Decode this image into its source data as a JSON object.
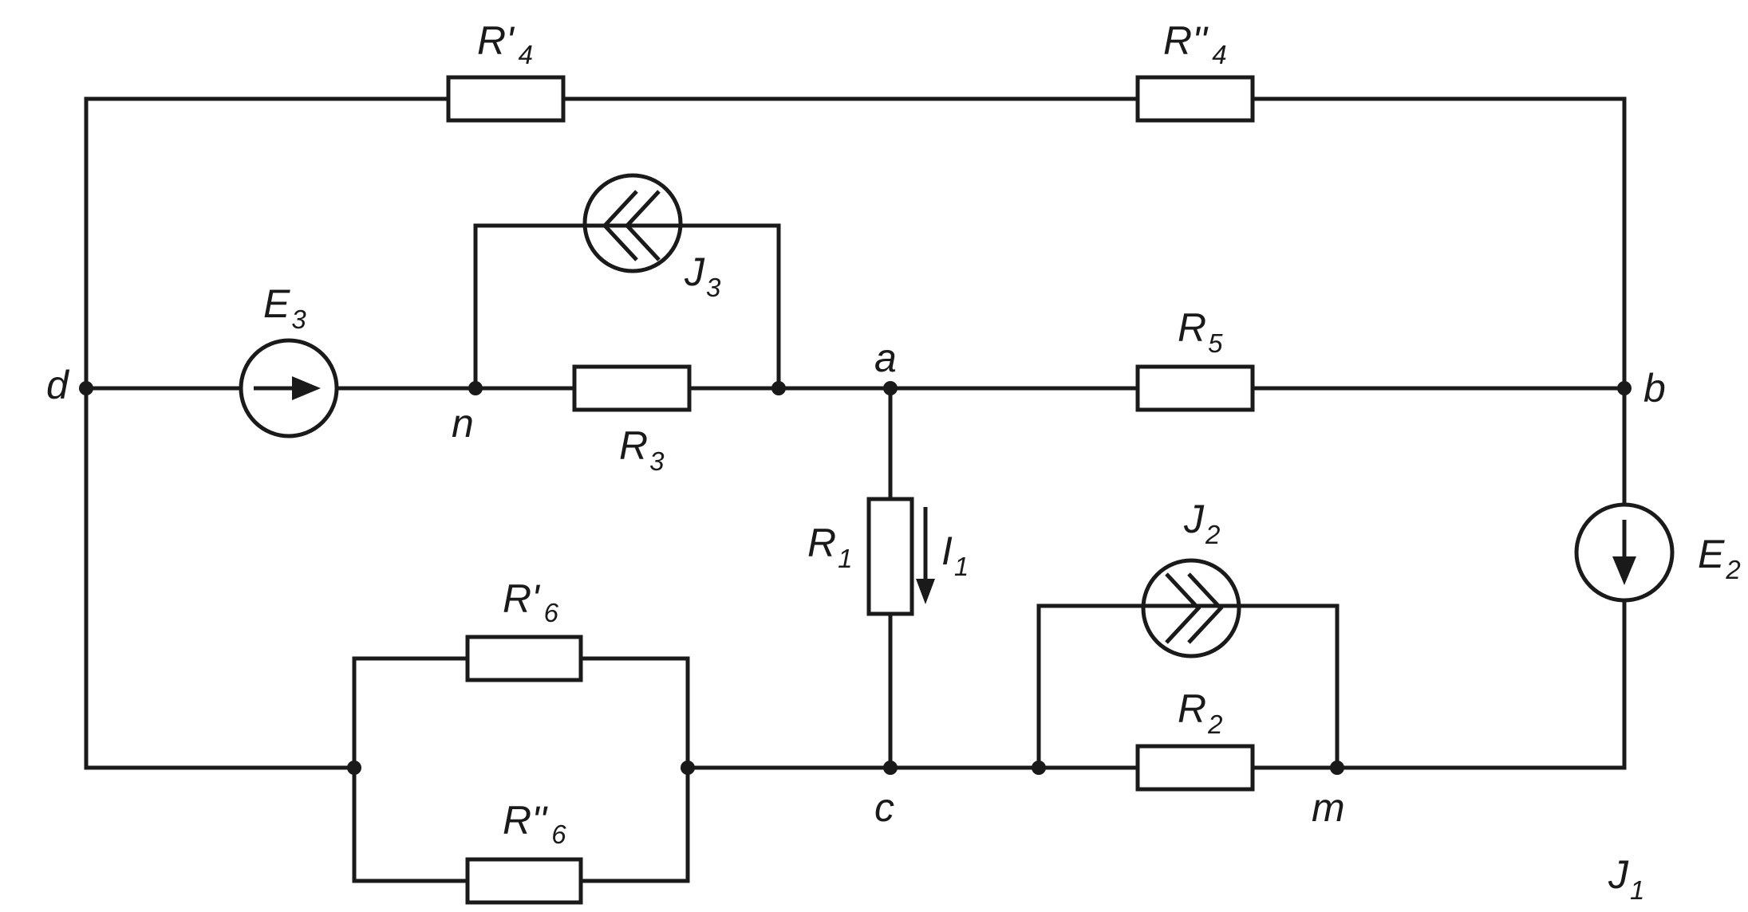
{
  "diagram": {
    "type": "electrical-circuit",
    "nodes": {
      "d": "d",
      "n": "n",
      "a": "a",
      "b": "b",
      "c": "c",
      "m": "m"
    },
    "resistors": {
      "r4p": {
        "letter": "R",
        "prime": "'",
        "sub": "4"
      },
      "r4pp": {
        "letter": "R",
        "prime": "''",
        "sub": "4"
      },
      "r3": {
        "letter": "R",
        "sub": "3"
      },
      "r5": {
        "letter": "R",
        "sub": "5"
      },
      "r1": {
        "letter": "R",
        "sub": "1"
      },
      "r2": {
        "letter": "R",
        "sub": "2"
      },
      "r6p": {
        "letter": "R",
        "prime": "'",
        "sub": "6"
      },
      "r6pp": {
        "letter": "R",
        "prime": "''",
        "sub": "6"
      }
    },
    "sources": {
      "e3": {
        "letter": "E",
        "sub": "3",
        "kind": "voltage",
        "direction": "right"
      },
      "e2": {
        "letter": "E",
        "sub": "2",
        "kind": "voltage",
        "direction": "down"
      },
      "j3": {
        "letter": "J",
        "sub": "3",
        "kind": "current",
        "direction": "left"
      },
      "j2": {
        "letter": "J",
        "sub": "2",
        "kind": "current",
        "direction": "right"
      },
      "j1": {
        "letter": "J",
        "sub": "1"
      }
    },
    "current": {
      "letter": "I",
      "sub": "1",
      "direction": "down"
    },
    "colors": {
      "ink": "#1a1a1a",
      "background": "#ffffff"
    }
  }
}
